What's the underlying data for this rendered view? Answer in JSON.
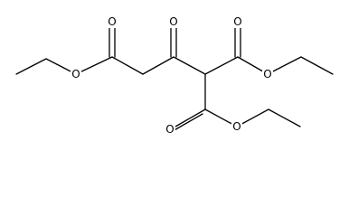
{
  "atom_labels": {
    "o_carbonyl_1": "O",
    "o_ether_1": "O",
    "o_ketone": "O",
    "o_carbonyl_2": "O",
    "o_ether_2": "O",
    "o_carbonyl_3": "O",
    "o_ether_3": "O"
  },
  "colors": {
    "bond": "#000000",
    "label": "#000000",
    "background": "#ffffff"
  }
}
